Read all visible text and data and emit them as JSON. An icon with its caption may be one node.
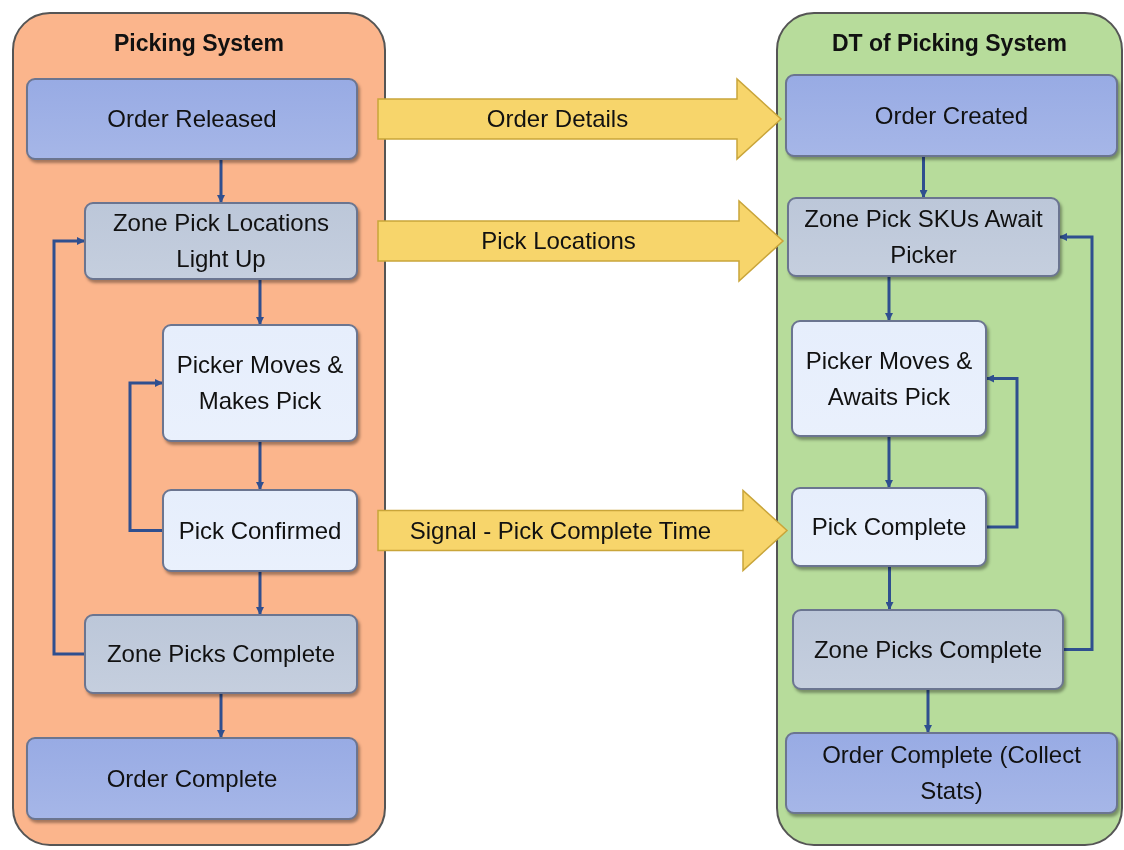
{
  "diagram": {
    "nodes": [
      {
        "text": [
          "Picking System"
        ]
      },
      {
        "text": [
          "Order Released"
        ],
        "in": 0
      },
      {
        "text": [
          "Zone Pick Locations Light Up"
        ],
        "in": 0
      },
      {
        "text": [
          "Picker Moves & Makes Pick"
        ],
        "in": 0
      },
      {
        "text": [
          "Pick Confirmed"
        ],
        "in": 0
      },
      {
        "text": [
          "Zone Picks Complete"
        ],
        "in": 0
      },
      {
        "text": [
          "Order Complete"
        ],
        "in": 0
      },
      {
        "text": [
          "DT of Picking System"
        ]
      },
      {
        "text": [
          "Order Created"
        ],
        "in": 7
      },
      {
        "text": [
          "Zone Pick SKUs Await Picker"
        ],
        "in": 7
      },
      {
        "text": [
          "Picker Moves & Awaits Pick"
        ],
        "in": 7
      },
      {
        "text": [
          "Pick Complete"
        ],
        "in": 7
      },
      {
        "text": [
          "Zone Picks Complete"
        ],
        "in": 7
      },
      {
        "text": [
          "Order Complete (Collect Stats)"
        ],
        "in": 7
      }
    ],
    "edges": [
      {
        "from": 1,
        "to": 2,
        "arrow": "to"
      },
      {
        "from": 2,
        "to": 3,
        "arrow": "to"
      },
      {
        "from": 3,
        "to": 4,
        "arrow": "to"
      },
      {
        "from": 4,
        "to": 3,
        "arrow": "to"
      },
      {
        "from": 4,
        "to": 5,
        "arrow": "to"
      },
      {
        "from": 5,
        "to": 2,
        "arrow": "to"
      },
      {
        "from": 5,
        "to": 6,
        "arrow": "to"
      },
      {
        "from": 8,
        "to": 9,
        "arrow": "to"
      },
      {
        "from": 9,
        "to": 10,
        "arrow": "to"
      },
      {
        "from": 10,
        "to": 11,
        "arrow": "to"
      },
      {
        "from": 11,
        "to": 10,
        "arrow": "to"
      },
      {
        "from": 11,
        "to": 12,
        "arrow": "to"
      },
      {
        "from": 12,
        "to": 9,
        "arrow": "to"
      },
      {
        "from": 12,
        "to": 13,
        "arrow": "to"
      },
      {
        "from": 1,
        "to": 8,
        "arrow": "to",
        "label": "Order Details",
        "style": "thick",
        "color": "#f7d56b"
      },
      {
        "from": 2,
        "to": 9,
        "arrow": "to",
        "label": "Pick Locations",
        "style": "thick",
        "color": "#f7d56b"
      },
      {
        "from": 4,
        "to": 11,
        "arrow": "to",
        "label": "Signal - Pick Complete Time",
        "style": "thick",
        "color": "#f7d56b"
      }
    ]
  }
}
